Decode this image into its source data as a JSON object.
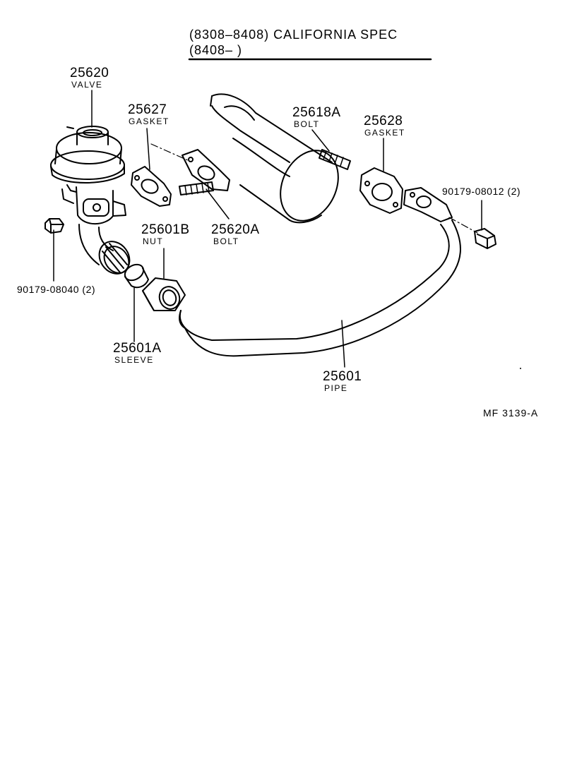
{
  "header": {
    "line1": "(8308–8408) CALIFORNIA  SPEC",
    "line2": "(8408–          )"
  },
  "parts": [
    {
      "id": "valve",
      "number": "25620",
      "name": "VALVE"
    },
    {
      "id": "gasket-left",
      "number": "25627",
      "name": "GASKET"
    },
    {
      "id": "bolt-top",
      "number": "25618A",
      "name": "BOLT"
    },
    {
      "id": "gasket-right",
      "number": "25628",
      "name": "GASKET"
    },
    {
      "id": "nut",
      "number": "25601B",
      "name": "NUT"
    },
    {
      "id": "bolt-mid",
      "number": "25620A",
      "name": "BOLT"
    },
    {
      "id": "sleeve",
      "number": "25601A",
      "name": "SLEEVE"
    },
    {
      "id": "pipe",
      "number": "25601",
      "name": "PIPE"
    }
  ],
  "fasteners": [
    {
      "id": "nut-right",
      "code": "90179-08012 (2)"
    },
    {
      "id": "nut-left",
      "code": "90179-08040 (2)"
    }
  ],
  "reference": "MF  3139-A",
  "colors": {
    "ink": "#000000",
    "paper": "#ffffff"
  }
}
